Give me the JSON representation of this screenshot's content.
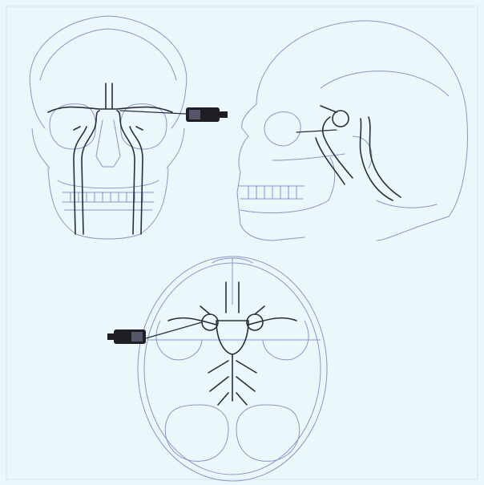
{
  "colors": {
    "background": "#eaf8fb",
    "frame": "#d6e4ee",
    "outline": "#8c94c8",
    "vessel": "#2c2c3c",
    "device": "#1e1e24"
  },
  "figures": [
    {
      "name": "anterior-skull-view"
    },
    {
      "name": "lateral-skull-view"
    },
    {
      "name": "axial-skull-base-view"
    }
  ]
}
